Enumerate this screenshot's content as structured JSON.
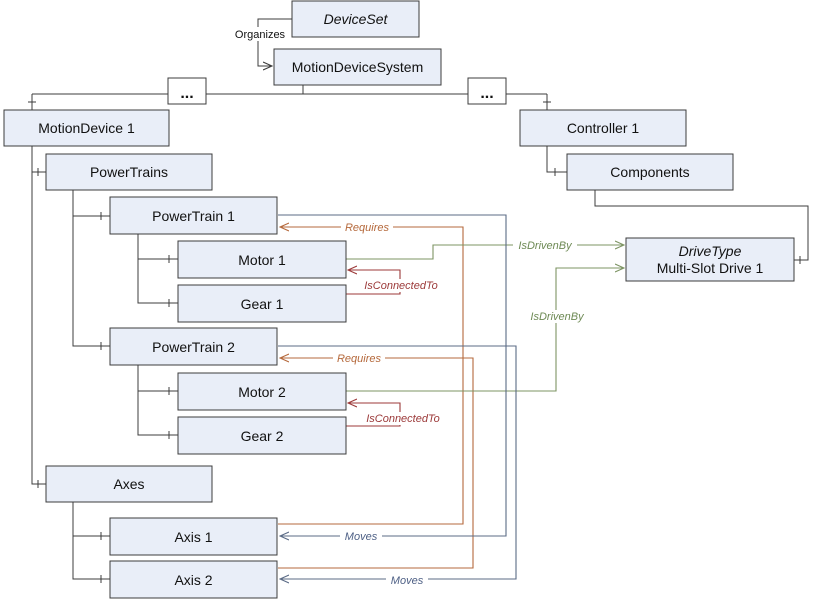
{
  "nodes": {
    "device_set": {
      "label": "DeviceSet"
    },
    "motion_device_system": {
      "label": "MotionDeviceSystem"
    },
    "motion_device_1": {
      "label": "MotionDevice 1"
    },
    "controller_1": {
      "label": "Controller 1"
    },
    "components": {
      "label": "Components"
    },
    "power_trains": {
      "label": "PowerTrains"
    },
    "power_train_1": {
      "label": "PowerTrain 1"
    },
    "motor_1": {
      "label": "Motor 1"
    },
    "gear_1": {
      "label": "Gear 1"
    },
    "power_train_2": {
      "label": "PowerTrain 2"
    },
    "motor_2": {
      "label": "Motor 2"
    },
    "gear_2": {
      "label": "Gear 2"
    },
    "axes": {
      "label": "Axes"
    },
    "axis_1": {
      "label": "Axis 1"
    },
    "axis_2": {
      "label": "Axis 2"
    },
    "drive": {
      "type_label": "DriveType",
      "label": "Multi-Slot Drive 1"
    }
  },
  "ellipses": [
    "...",
    "..."
  ],
  "references": {
    "organizes": "Organizes",
    "requires_1": "Requires",
    "requires_2": "Requires",
    "is_connected_to_1": "IsConnectedTo",
    "is_connected_to_2": "IsConnectedTo",
    "is_driven_by_1": "IsDrivenBy",
    "is_driven_by_2": "IsDrivenBy",
    "moves_1": "Moves",
    "moves_2": "Moves"
  },
  "colors": {
    "node_fill": "#e9eef8",
    "node_stroke": "#3c3c3c",
    "requires": "#b5693c",
    "is_connected_to": "#9c3a3a",
    "is_driven_by": "#7d9463",
    "moves": "#5b6b86"
  }
}
